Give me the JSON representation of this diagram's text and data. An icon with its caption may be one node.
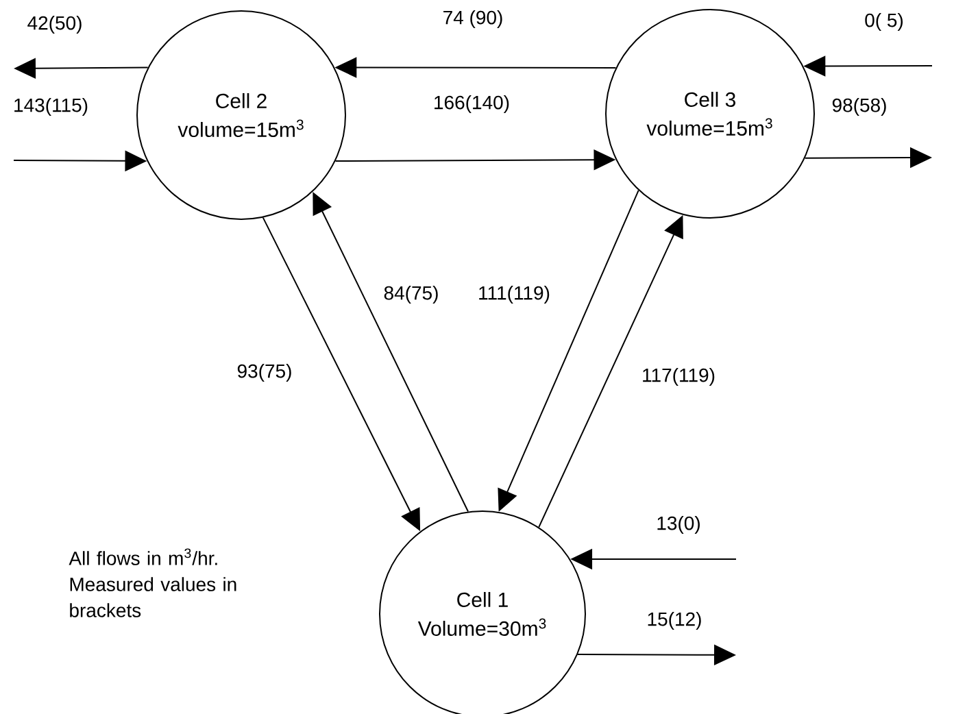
{
  "diagram": {
    "nodes": [
      {
        "text": [
          "Cell 2",
          "volume=15m$^{3}$"
        ]
      },
      {
        "text": [
          "Cell 3",
          "volume=15m$^{3}$"
        ]
      },
      {
        "text": [
          "Cell 1",
          "Volume=30m$^{3}$"
        ]
      }
    ],
    "edges": [
      {
        "from": 0,
        "to": null,
        "arrow": "to",
        "label": "42(50)"
      },
      {
        "from": null,
        "to": 0,
        "arrow": "to",
        "label": "143(115)"
      },
      {
        "from": 1,
        "to": 0,
        "arrow": "to",
        "label": "74 (90)"
      },
      {
        "from": 0,
        "to": 1,
        "arrow": "to",
        "label": "166(140)"
      },
      {
        "from": null,
        "to": 1,
        "arrow": "to",
        "label": "0( 5)"
      },
      {
        "from": 1,
        "to": null,
        "arrow": "to",
        "label": "98(58)"
      },
      {
        "from": 0,
        "to": 2,
        "arrow": "to",
        "label": "93(75)"
      },
      {
        "from": 2,
        "to": 0,
        "arrow": "to",
        "label": "84(75)"
      },
      {
        "from": 1,
        "to": 2,
        "arrow": "to",
        "label": "111(119)"
      },
      {
        "from": 2,
        "to": 1,
        "arrow": "to",
        "label": "117(119)"
      },
      {
        "from": null,
        "to": 2,
        "arrow": "to",
        "label": "13(0)"
      },
      {
        "from": 2,
        "to": null,
        "arrow": "to",
        "label": "15(12)"
      }
    ],
    "labels": [
      "All flows in m$^{3}$/hr. Measured values in brackets"
    ]
  }
}
